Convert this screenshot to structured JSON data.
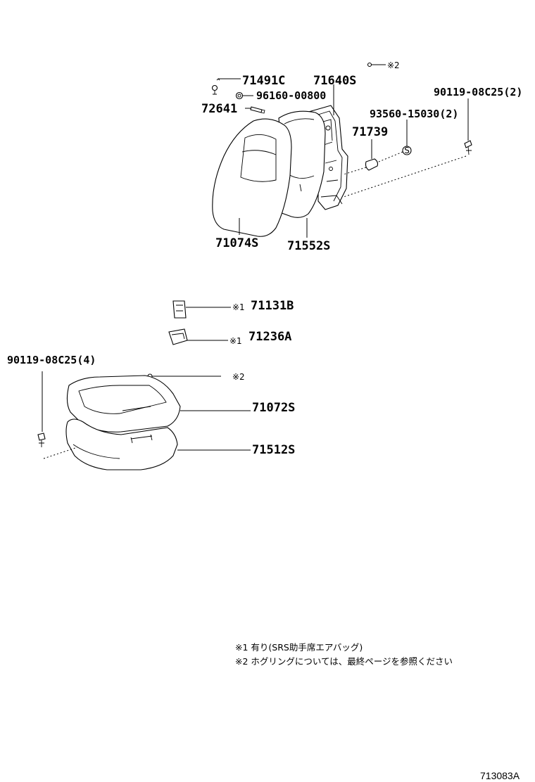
{
  "parts": {
    "p71491C": "71491C",
    "p71640S": "71640S",
    "p96160": "96160-00800",
    "p72641": "72641",
    "p90119_top": "90119-08C25(2)",
    "p93560": "93560-15030(2)",
    "p71739": "71739",
    "p71074S": "71074S",
    "p71552S": "71552S",
    "p71131B": "71131B",
    "p71236A": "71236A",
    "p90119_bottom": "90119-08C25(4)",
    "p71072S": "71072S",
    "p71512S": "71512S"
  },
  "marks": {
    "m2_top": "※2",
    "m1_a": "※1",
    "m1_b": "※1",
    "m2_mid": "※2",
    "s_symbol": "S"
  },
  "notes": {
    "note1": "※1  有り(SRS助手席エアバッグ)",
    "note2": "※2  ホグリングについては、最終ページを参照ください"
  },
  "diagram_code": "713083A"
}
